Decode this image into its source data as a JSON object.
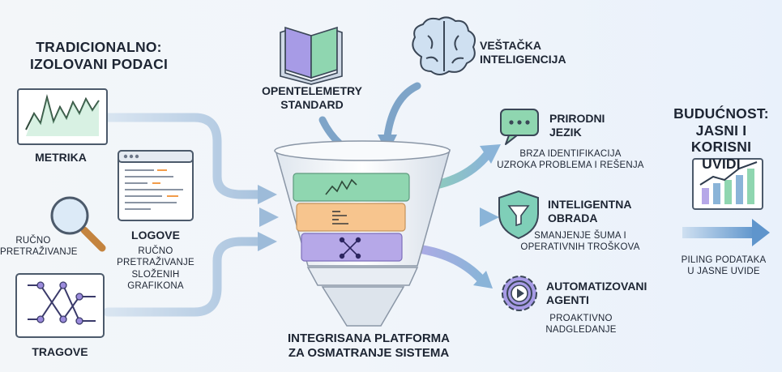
{
  "left": {
    "title_line1": "TRADICIONALNO:",
    "title_line2": "IZOLOVANI PODACI",
    "metrika": "METRIKA",
    "logove": "LOGOVE",
    "logove_desc1": "RUČNO",
    "logove_desc2": "PRETRAŽIVANJE",
    "logove_desc3": "SLOŽENIH",
    "logove_desc4": "GRAFIKONA",
    "rucno1": "RUČNO",
    "rucno2": "PRETRAŽIVANJE",
    "tragove": "TRAGOVE"
  },
  "top": {
    "otel1": "OPENTELEMETRY",
    "otel2": "STANDARD",
    "ai1": "VEŠTAČKA",
    "ai2": "INTELIGENCIJA"
  },
  "center": {
    "platform1": "INTEGRISANA PLATFORMA",
    "platform2": "ZA OSMATRANJE SISTEMA"
  },
  "outputs": [
    {
      "title1": "PRIRODNI",
      "title2": "JEZIK",
      "desc1": "BRZA IDENTIFIKACIJA",
      "desc2": "UZROKA PROBLEMA I REŠENJA",
      "icon": "chat-bubble-icon"
    },
    {
      "title1": "INTELIGENTNA",
      "title2": "OBRADA",
      "desc1": "SMANJENJE ŠUMA I",
      "desc2": "OPERATIVNIH TROŠKOVA",
      "icon": "shield-filter-icon"
    },
    {
      "title1": "AUTOMATIZOVANI",
      "title2": "AGENTI",
      "desc1": "PROAKTIVNO",
      "desc2": "NADGLEDANJE",
      "icon": "gear-play-icon"
    }
  ],
  "right": {
    "title1": "BUDUĆNOST:",
    "title2": "JASNI I KORISNI",
    "title3": "UVIDI",
    "arrow1": "PILING PODATAKA",
    "arrow2": "U JASNE UVIDE"
  },
  "colors": {
    "green": "#8fd6b0",
    "orange": "#f7c58e",
    "purple": "#b6a8e8",
    "blue_arrow": "#6f9ac6",
    "teal": "#5aa6a0"
  }
}
